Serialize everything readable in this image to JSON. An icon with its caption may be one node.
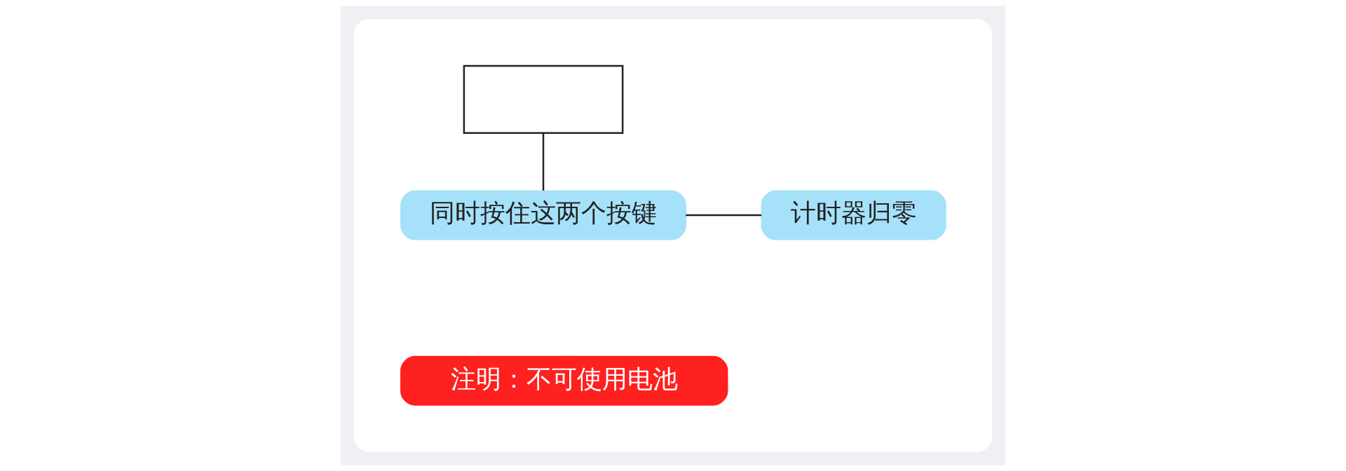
{
  "diagram": {
    "nodes": [
      {
        "text": [],
        "shape": "box"
      },
      {
        "text": [],
        "shape": "box",
        "in": 0
      },
      {
        "text": [
          "同时按住这两个按键"
        ],
        "in": 0
      },
      {
        "text": [
          "计时器归零"
        ],
        "in": 0
      },
      {
        "text": [
          "注明：不可使用电池"
        ],
        "in": 0
      }
    ],
    "edges": [
      {
        "from": 1,
        "to": 2,
        "arrow": "none"
      },
      {
        "from": 2,
        "to": 3,
        "arrow": "none"
      }
    ]
  }
}
